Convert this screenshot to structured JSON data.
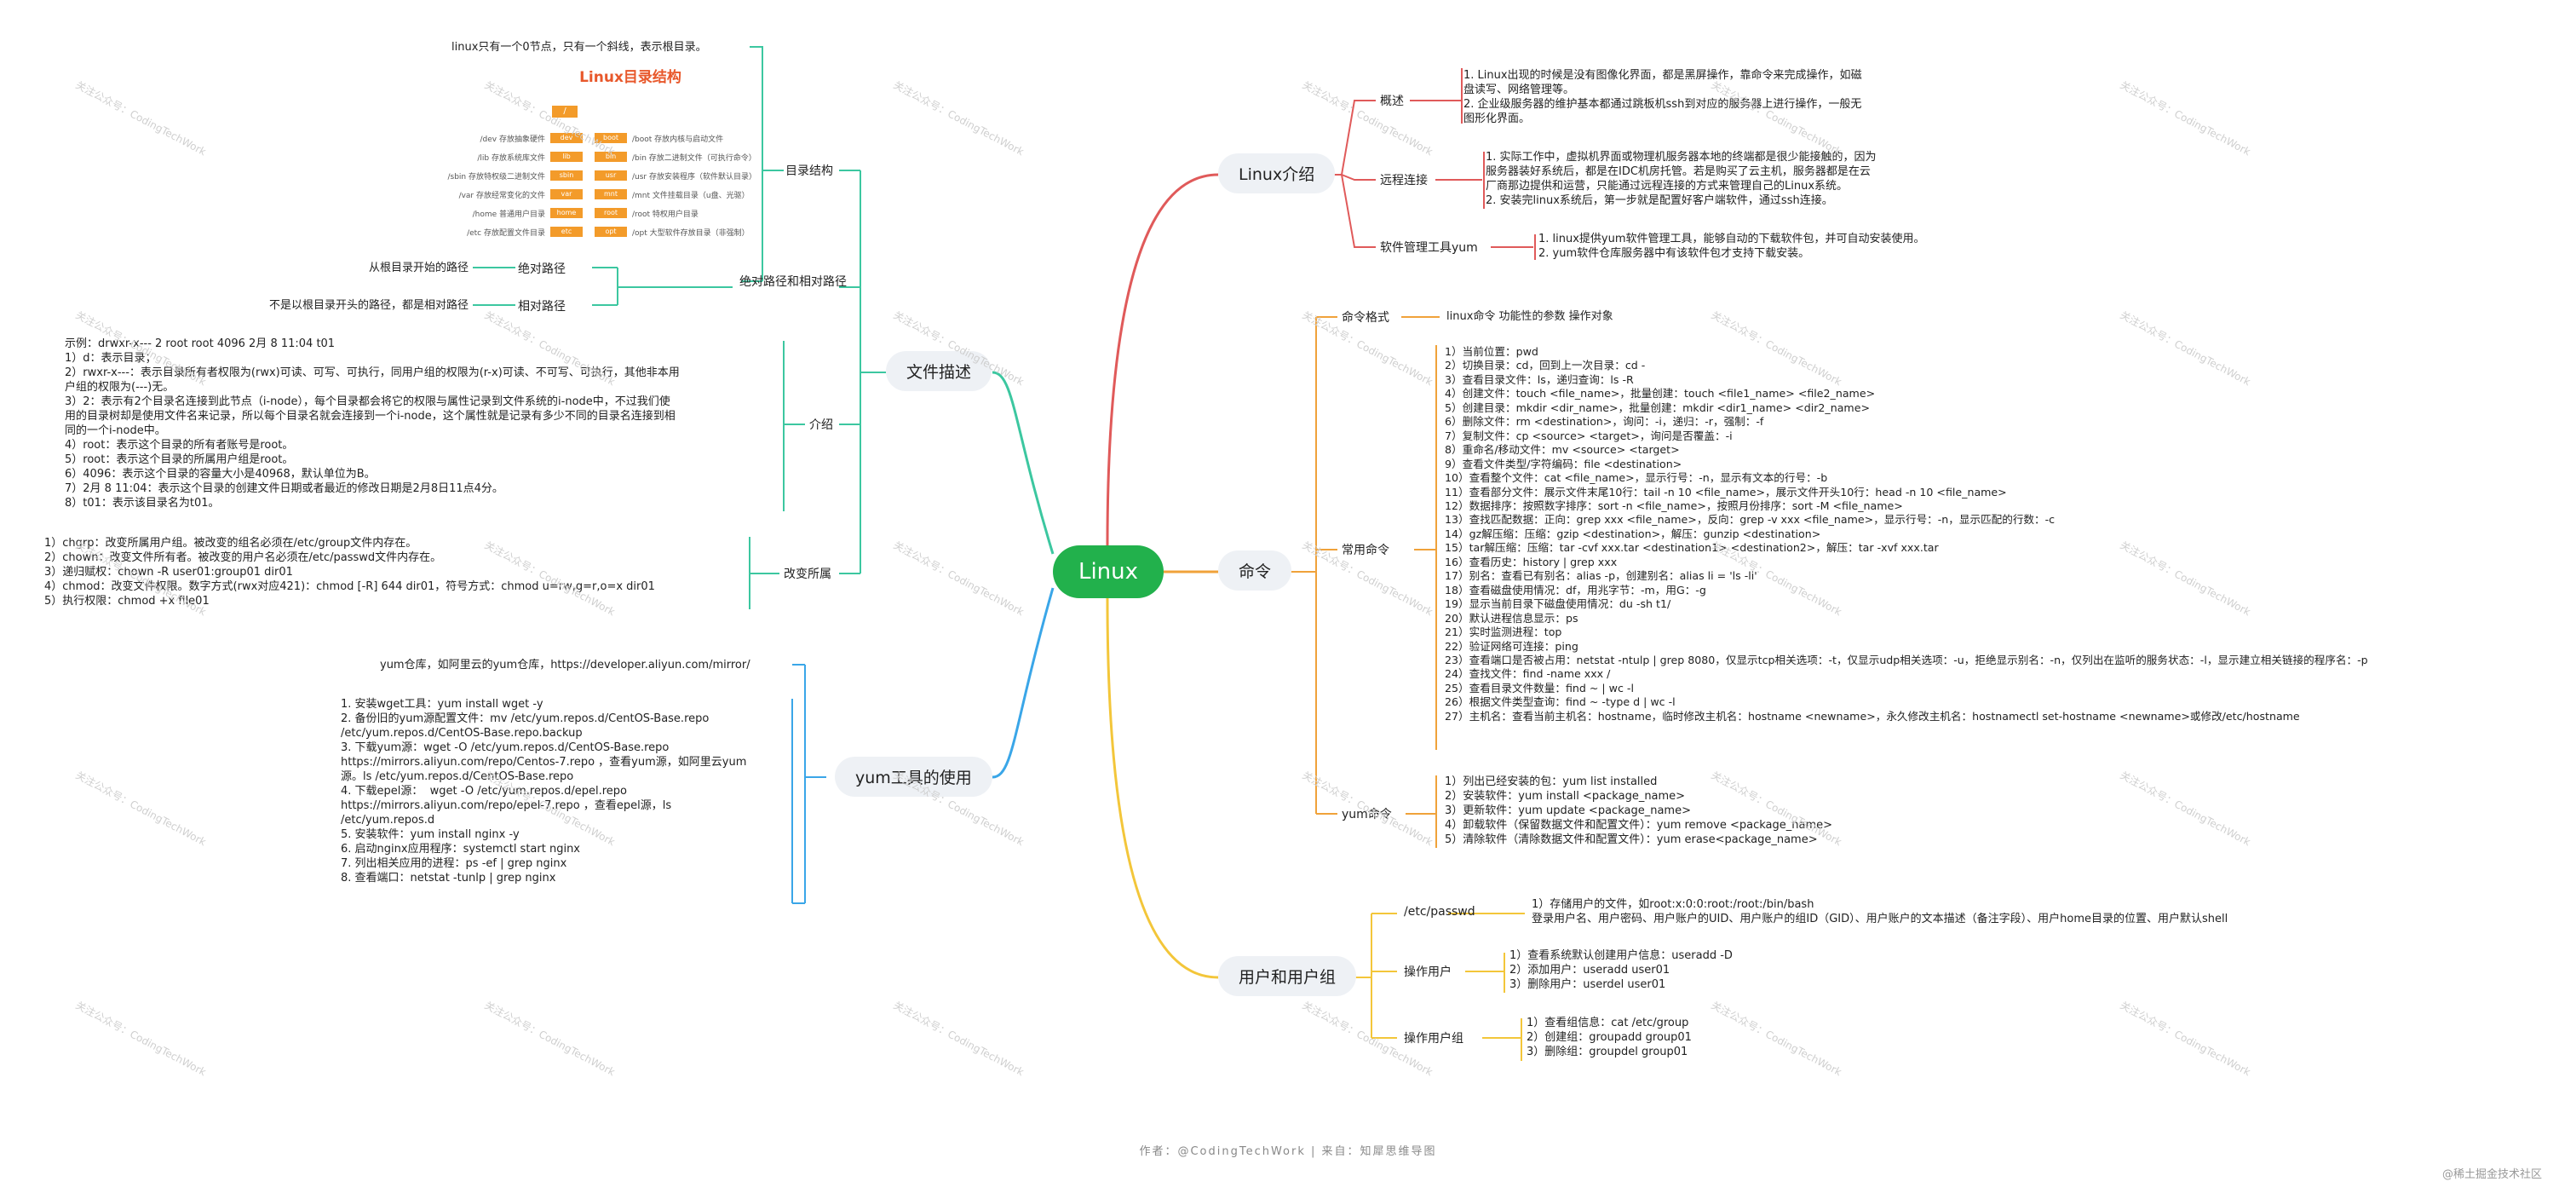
{
  "root": "Linux",
  "branches": {
    "intro": "Linux介绍",
    "cmd": "命令",
    "user": "用户和用户组",
    "file": "文件描述",
    "yum": "yum工具的使用"
  },
  "intro": {
    "overview_label": "概述",
    "overview_text": "1. Linux出现的时候是没有图像化界面，都是黑屏操作，靠命令来完成操作，如磁\n盘读写、网络管理等。\n2. 企业级服务器的维护基本都通过跳板机ssh到对应的服务器上进行操作，一般无\n图形化界面。",
    "remote_label": "远程连接",
    "remote_text": "1. 实际工作中，虚拟机界面或物理机服务器本地的终端都是很少能接触的，因为\n服务器装好系统后，都是在IDC机房托管。若是购买了云主机，服务器都是在云\n厂商那边提供和运营，只能通过远程连接的方式来管理自己的Linux系统。\n2. 安装完linux系统后，第一步就是配置好客户端软件，通过ssh连接。",
    "yum_label": "软件管理工具yum",
    "yum_text": "1. linux提供yum软件管理工具，能够自动的下载软件包，并可自动安装使用。\n2. yum软件仓库服务器中有该软件包才支持下载安装。"
  },
  "cmd": {
    "format_label": "命令格式",
    "format_text": "linux命令 功能性的参数 操作对象",
    "common_label": "常用命令",
    "common_text": "1）当前位置：pwd\n2）切换目录：cd，回到上一次目录：cd -\n3）查看目录文件：ls，递归查询：ls -R\n4）创建文件：touch <file_name>，批量创建：touch <file1_name> <file2_name>\n5）创建目录：mkdir <dir_name>，批量创建：mkdir <dir1_name> <dir2_name>\n6）删除文件：rm <destination>，询问：-i，递归：-r，强制：-f\n7）复制文件：cp <source> <target>，询问是否覆盖：-i\n8）重命名/移动文件：mv <source> <target>\n9）查看文件类型/字符编码：file <destination>\n10）查看整个文件：cat <file_name>，显示行号：-n，显示有文本的行号：-b\n11）查看部分文件：展示文件末尾10行：tail -n 10 <file_name>，展示文件开头10行：head -n 10 <file_name>\n12）数据排序：按照数字排序：sort -n <file_name>，按照月份排序：sort -M <file_name>\n13）查找匹配数据：正向：grep xxx <file_name>，反向：grep -v xxx <file_name>，显示行号：-n，显示匹配的行数：-c\n14）gz解压缩：压缩：gzip <destination>，解压：gunzip <destination>\n15）tar解压缩：压缩：tar -cvf xxx.tar <destination1> <destination2>，解压：tar -xvf xxx.tar\n16）查看历史：history | grep xxx\n17）别名：查看已有别名：alias -p，创建别名：alias li = 'ls -li'\n18）查看磁盘使用情况：df，用兆字节：-m，用G：-g\n19）显示当前目录下磁盘使用情况：du -sh t1/\n20）默认进程信息显示：ps\n21）实时监测进程：top\n22）验证网络可连接：ping\n23）查看端口是否被占用：netstat -ntulp | grep 8080，仅显示tcp相关选项：-t，仅显示udp相关选项：-u，拒绝显示别名：-n，仅列出在监听的服务状态：-l，显示建立相关链接的程序名：-p\n24）查找文件：find -name xxx /\n25）查看目录文件数量：find ~ | wc -l\n26）根据文件类型查询：find ~ -type d | wc -l\n27）主机名：查看当前主机名：hostname，临时修改主机名：hostname <newname>，永久修改主机名：hostnamectl set-hostname <newname>或修改/etc/hostname",
    "yum_label": "yum命令",
    "yum_text": "1）列出已经安装的包：yum list installed\n2）安装软件：yum install <package_name>\n3）更新软件：yum update <package_name>\n4）卸载软件（保留数据文件和配置文件）：yum remove <package_name>\n5）清除软件（清除数据文件和配置文件）：yum erase<package_name>"
  },
  "user": {
    "passwd_label": "/etc/passwd",
    "passwd_text": "1）存储用户的文件，如root:x:0:0:root:/root:/bin/bash\n登录用户名、用户密码、用户账户的UID、用户账户的组ID（GID）、用户账户的文本描述（备注字段）、用户home目录的位置、用户默认shell",
    "opuser_label": "操作用户",
    "opuser_text": "1）查看系统默认创建用户信息：useradd -D\n2）添加用户：useradd user01\n3）删除用户：userdel user01",
    "opgroup_label": "操作用户组",
    "opgroup_text": "1）查看组信息：cat /etc/group\n2）创建组：groupadd group01\n3）删除组：groupdel group01"
  },
  "file": {
    "dirstruct_label": "目录结构",
    "dirstruct_top": "linux只有一个0节点，只有一个斜线，表示根目录。",
    "dir_title": "Linux目录结构",
    "dir_root": "/",
    "dir_items_left": [
      {
        "desc": "/dev 存放抽象硬件",
        "box": "dev"
      },
      {
        "desc": "/lib 存放系统库文件",
        "box": "lib"
      },
      {
        "desc": "/sbin 存放特权级二进制文件",
        "box": "sbin"
      },
      {
        "desc": "/var 存放经常变化的文件",
        "box": "var"
      },
      {
        "desc": "/home 普通用户目录",
        "box": "home"
      },
      {
        "desc": "/etc 存放配置文件目录",
        "box": "etc"
      }
    ],
    "dir_items_right": [
      {
        "box": "boot",
        "desc": "/boot 存放内核与启动文件"
      },
      {
        "box": "bin",
        "desc": "/bin 存放二进制文件（可执行命令）"
      },
      {
        "box": "usr",
        "desc": "/usr 存放安装程序（软件默认目录）"
      },
      {
        "box": "mnt",
        "desc": "/mnt 文件挂载目录（u盘、光驱）"
      },
      {
        "box": "root",
        "desc": "/root 特权用户目录"
      },
      {
        "box": "opt",
        "desc": "/opt 大型软件存放目录（非强制）"
      }
    ],
    "path_label": "绝对路径和相对路径",
    "abs_label": "绝对路径",
    "abs_text": "从根目录开始的路径",
    "rel_label": "相对路径",
    "rel_text": "不是以根目录开头的路径，都是相对路径",
    "intro_label": "介绍",
    "intro_text": "示例：drwxr-x--- 2 root root 4096 2月 8 11:04 t01\n1）d：表示目录；\n2）rwxr-x---：表示目录所有者权限为(rwx)可读、可写、可执行，同用户组的权限为(r-x)可读、不可写、可执行，其他非本用\n户组的权限为(---)无。\n3）2：表示有2个目录名连接到此节点（i-node），每个目录都会将它的权限与属性记录到文件系统的i-node中，不过我们使\n用的目录树却是使用文件名来记录，所以每个目录名就会连接到一个i-node，这个属性就是记录有多少不同的目录名连接到相\n同的一个i-node中。\n4）root：表示这个目录的所有者账号是root。\n5）root：表示这个目录的所属用户组是root。\n6）4096：表示这个目录的容量大小是40968，默认单位为B。\n7）2月 8 11:04：表示这个目录的创建文件日期或者最近的修改日期是2月8日11点4分。\n8）t01：表示该目录名为t01。",
    "owner_label": "改变所属",
    "owner_text": "1）chgrp：改变所属用户组。被改变的组名必须在/etc/group文件内存在。\n2）chown：改变文件所有者。被改变的用户名必须在/etc/passwd文件内存在。\n3）递归赋权：chown -R user01:group01 dir01\n4）chmod：改变文件权限。数字方式(rwx对应421)：chmod [-R] 644 dir01，符号方式：chmod u=rw,g=r,o=x dir01\n5）执行权限：chmod +x file01"
  },
  "yum": {
    "repo_text": "yum仓库，如阿里云的yum仓库，https://developer.aliyun.com/mirror/",
    "steps_text": "1. 安装wget工具：yum install wget -y\n2. 备份旧的yum源配置文件：mv /etc/yum.repos.d/CentOS-Base.repo\n/etc/yum.repos.d/CentOS-Base.repo.backup\n3. 下载yum源：wget -O /etc/yum.repos.d/CentOS-Base.repo\nhttps://mirrors.aliyun.com/repo/Centos-7.repo ，查看yum源，如阿里云yum\n源。ls /etc/yum.repos.d/CentOS-Base.repo\n4. 下载epel源：  wget -O /etc/yum.repos.d/epel.repo\nhttps://mirrors.aliyun.com/repo/epel-7.repo ，查看epel源，ls\n/etc/yum.repos.d\n5. 安装软件：yum install nginx -y\n6. 启动nginx应用程序：systemctl start nginx\n7. 列出相关应用的进程：ps -ef | grep nginx\n8. 查看端口：netstat -tunlp | grep nginx"
  },
  "watermark": "关注公众号：CodingTechWork",
  "footer": "作者：@CodingTechWork  |  来自：知犀思维导图",
  "corner": "@稀土掘金技术社区",
  "colors": {
    "root": "#22b14c",
    "intro": "#e05a5a",
    "cmd": "#f0a23a",
    "user": "#f3c63a",
    "file": "#3cc7a0",
    "yum": "#3aa6e8"
  }
}
